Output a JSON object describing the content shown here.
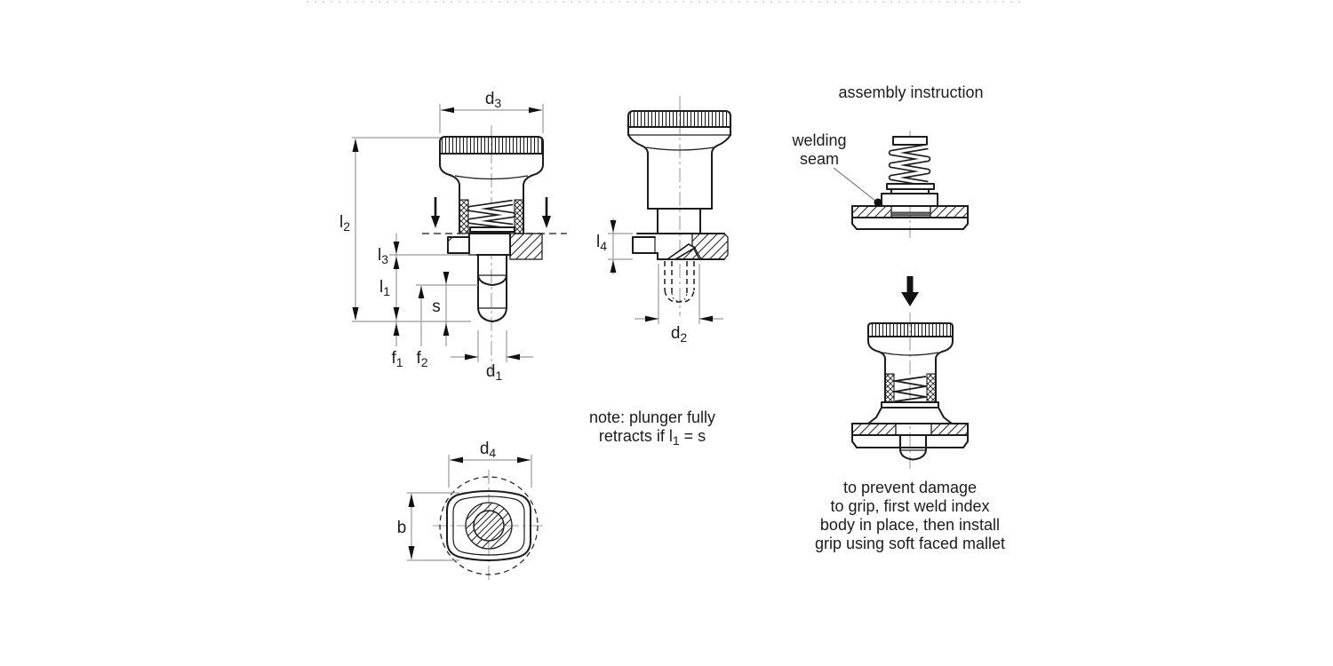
{
  "colors": {
    "ink": "#1c1c1c",
    "dimension_line": "#9a9a9a",
    "centerline": "#9f9f9f",
    "leader": "#666666",
    "faint_border": "#dcdcdc",
    "background": "#ffffff"
  },
  "dimension_labels": {
    "d1": {
      "base": "d",
      "sub": "1"
    },
    "d2": {
      "base": "d",
      "sub": "2"
    },
    "d3": {
      "base": "d",
      "sub": "3"
    },
    "d4": {
      "base": "d",
      "sub": "4"
    },
    "l1": {
      "base": "l",
      "sub": "1"
    },
    "l2": {
      "base": "l",
      "sub": "2"
    },
    "l3": {
      "base": "l",
      "sub": "3"
    },
    "l4": {
      "base": "l",
      "sub": "4"
    },
    "f1": {
      "base": "f",
      "sub": "1"
    },
    "f2": {
      "base": "f",
      "sub": "2"
    },
    "s": {
      "base": "s",
      "sub": ""
    },
    "b": {
      "base": "b",
      "sub": ""
    }
  },
  "note": {
    "line1": "note: plunger fully",
    "line2_pre": "retracts if l",
    "line2_sub": "1",
    "line2_post": " = s"
  },
  "assembly": {
    "title": "assembly instruction",
    "welding_label": {
      "line1": "welding",
      "line2": "seam"
    },
    "caption": {
      "line1": "to prevent damage",
      "line2": "to grip, first weld index",
      "line3": "body in place, then install",
      "line4": "grip using soft faced mallet"
    }
  }
}
